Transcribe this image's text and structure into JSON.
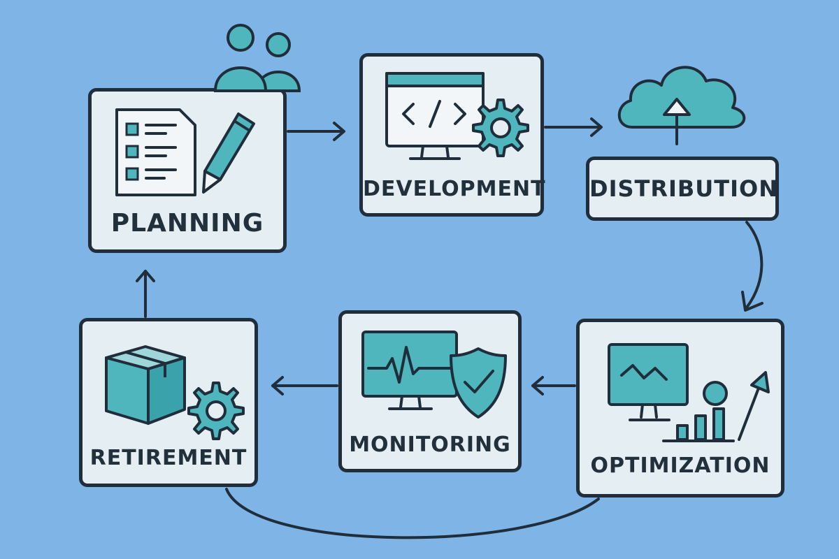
{
  "stages": [
    {
      "id": "planning",
      "label": "PLANNING"
    },
    {
      "id": "development",
      "label": "DEVELOPMENT"
    },
    {
      "id": "distribution",
      "label": "DISTRIBUTION"
    },
    {
      "id": "optimization",
      "label": "OPTIMIZATION"
    },
    {
      "id": "monitoring",
      "label": "MONITORING"
    },
    {
      "id": "retirement",
      "label": "RETIREMENT"
    }
  ],
  "flow": [
    {
      "from": "planning",
      "to": "development"
    },
    {
      "from": "development",
      "to": "distribution"
    },
    {
      "from": "distribution",
      "to": "optimization"
    },
    {
      "from": "optimization",
      "to": "monitoring"
    },
    {
      "from": "monitoring",
      "to": "retirement"
    },
    {
      "from": "retirement",
      "to": "planning"
    },
    {
      "from": "optimization",
      "to": "retirement",
      "style": "connector"
    }
  ],
  "icons": {
    "planning": [
      "team-icon",
      "checklist-icon",
      "pencil-icon"
    ],
    "development": [
      "code-monitor-icon",
      "gear-icon"
    ],
    "distribution": [
      "cloud-upload-icon"
    ],
    "optimization": [
      "chart-monitor-icon",
      "bar-chart-icon",
      "growth-arrow-icon"
    ],
    "monitoring": [
      "heartbeat-monitor-icon",
      "shield-check-icon"
    ],
    "retirement": [
      "box-icon",
      "gear-icon"
    ]
  },
  "colors": {
    "background": "#7fb5e6",
    "card": "#e5eef3",
    "outline": "#1f2e3a",
    "accent": "#4fb6bd"
  }
}
